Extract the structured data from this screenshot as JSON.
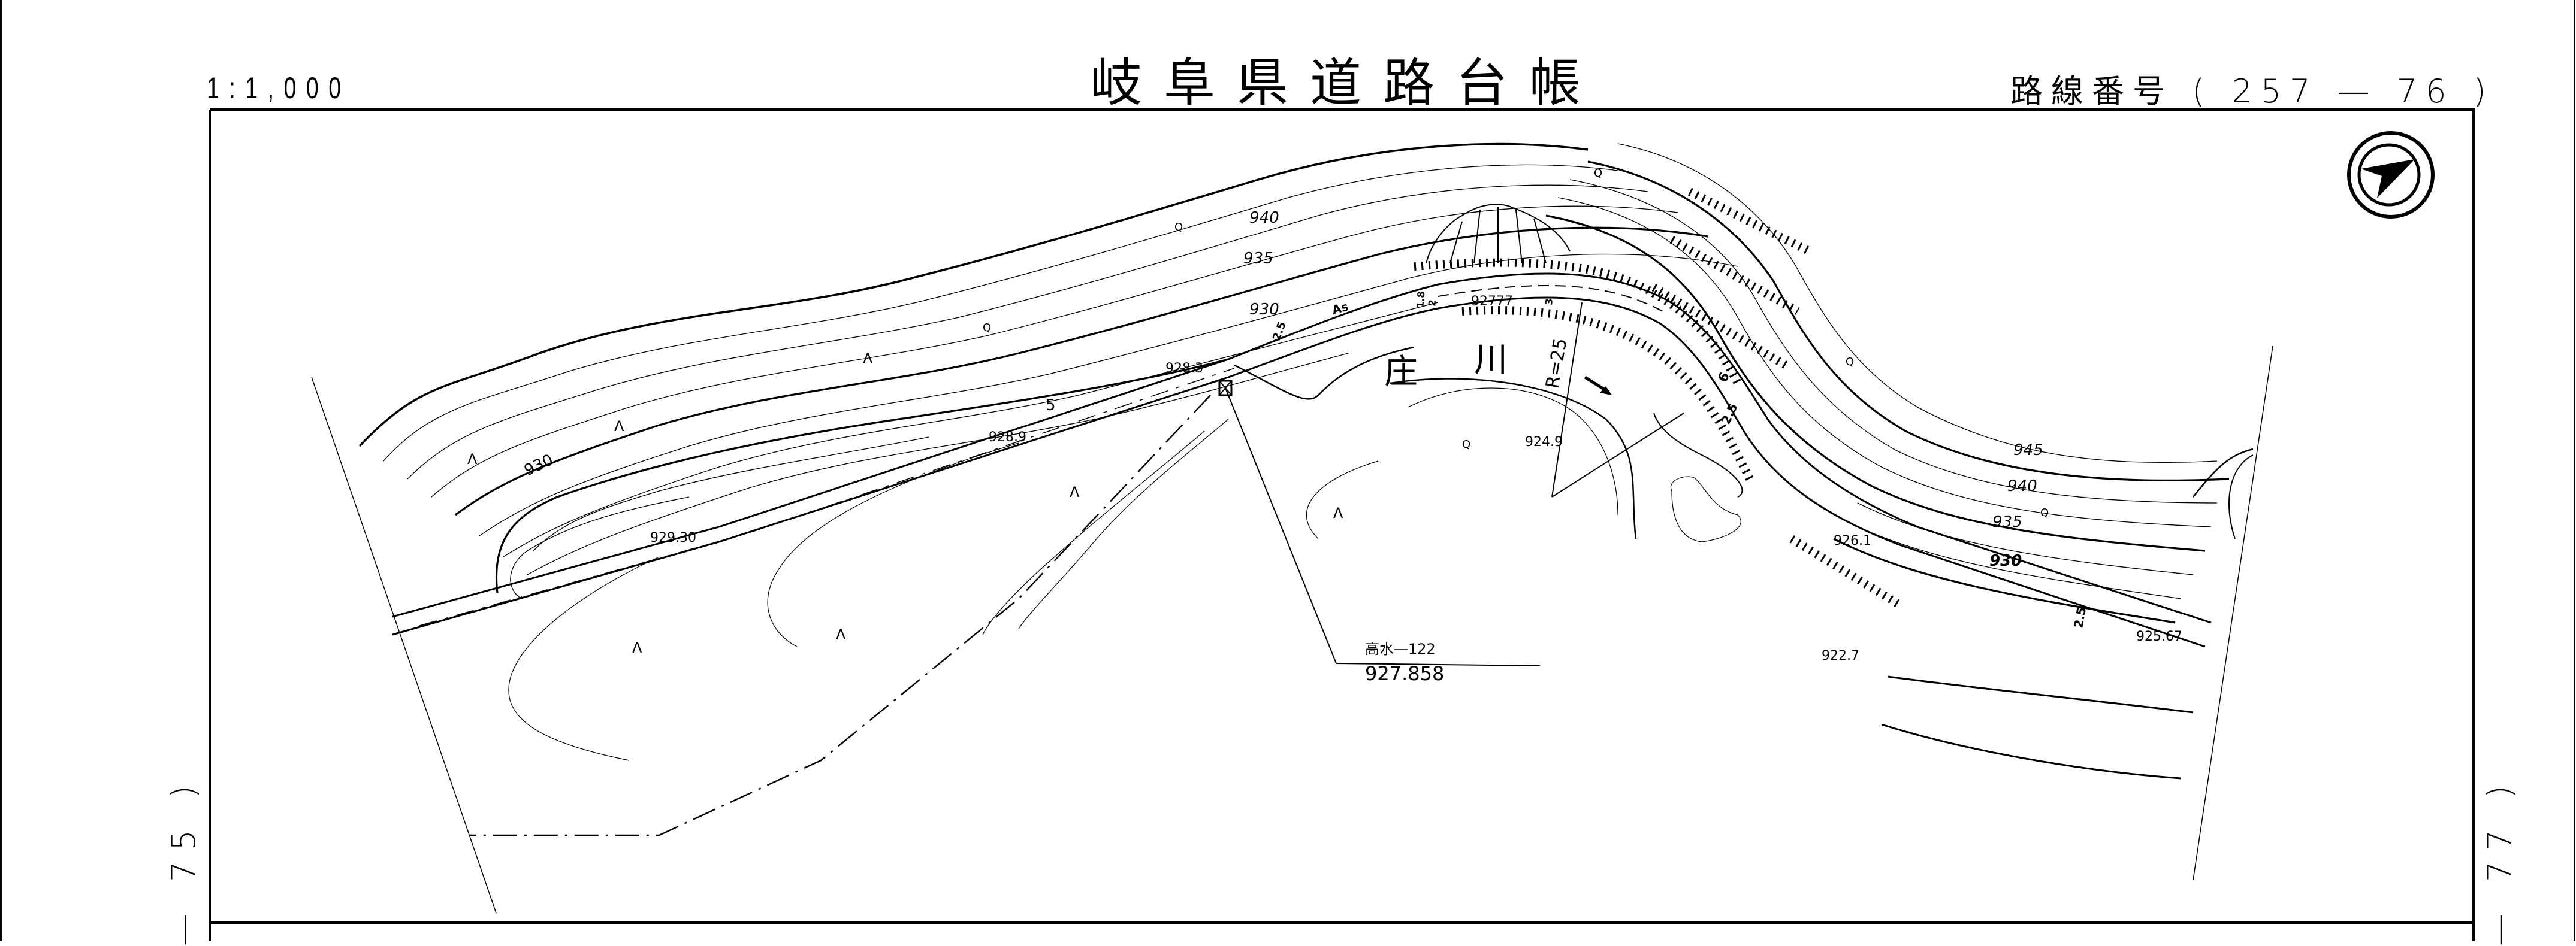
{
  "header": {
    "scale": "1:1,000",
    "title": "岐阜県道路台帳",
    "route_number": "路線番号 ( 257 — 76 )"
  },
  "sheet_refs": {
    "left": "— 75 )",
    "right": "— 77 )"
  },
  "map": {
    "river_name": [
      "庄",
      "川"
    ],
    "north_arrow": "north-arrow-compass",
    "contour_labels": {
      "left": [
        "940",
        "935",
        "930",
        "930"
      ],
      "right": [
        "945",
        "940",
        "935",
        "930"
      ]
    },
    "elevation_labels": [
      "928.3",
      "928.9",
      "929.30",
      "92777",
      "924.9",
      "926.1",
      "925.67",
      "922.7"
    ],
    "curve_label": "R=25",
    "road_labels": {
      "surface": "As",
      "widths": [
        "5",
        "2.5",
        "1.8",
        "2",
        "3",
        "6",
        "2.5",
        "2.5"
      ]
    },
    "benchmark": {
      "label": "高水—122",
      "elevation": "927.858"
    },
    "flow_direction": "arrow-downstream",
    "symbols": {
      "shrub": "Q",
      "grass": "Λ"
    }
  }
}
